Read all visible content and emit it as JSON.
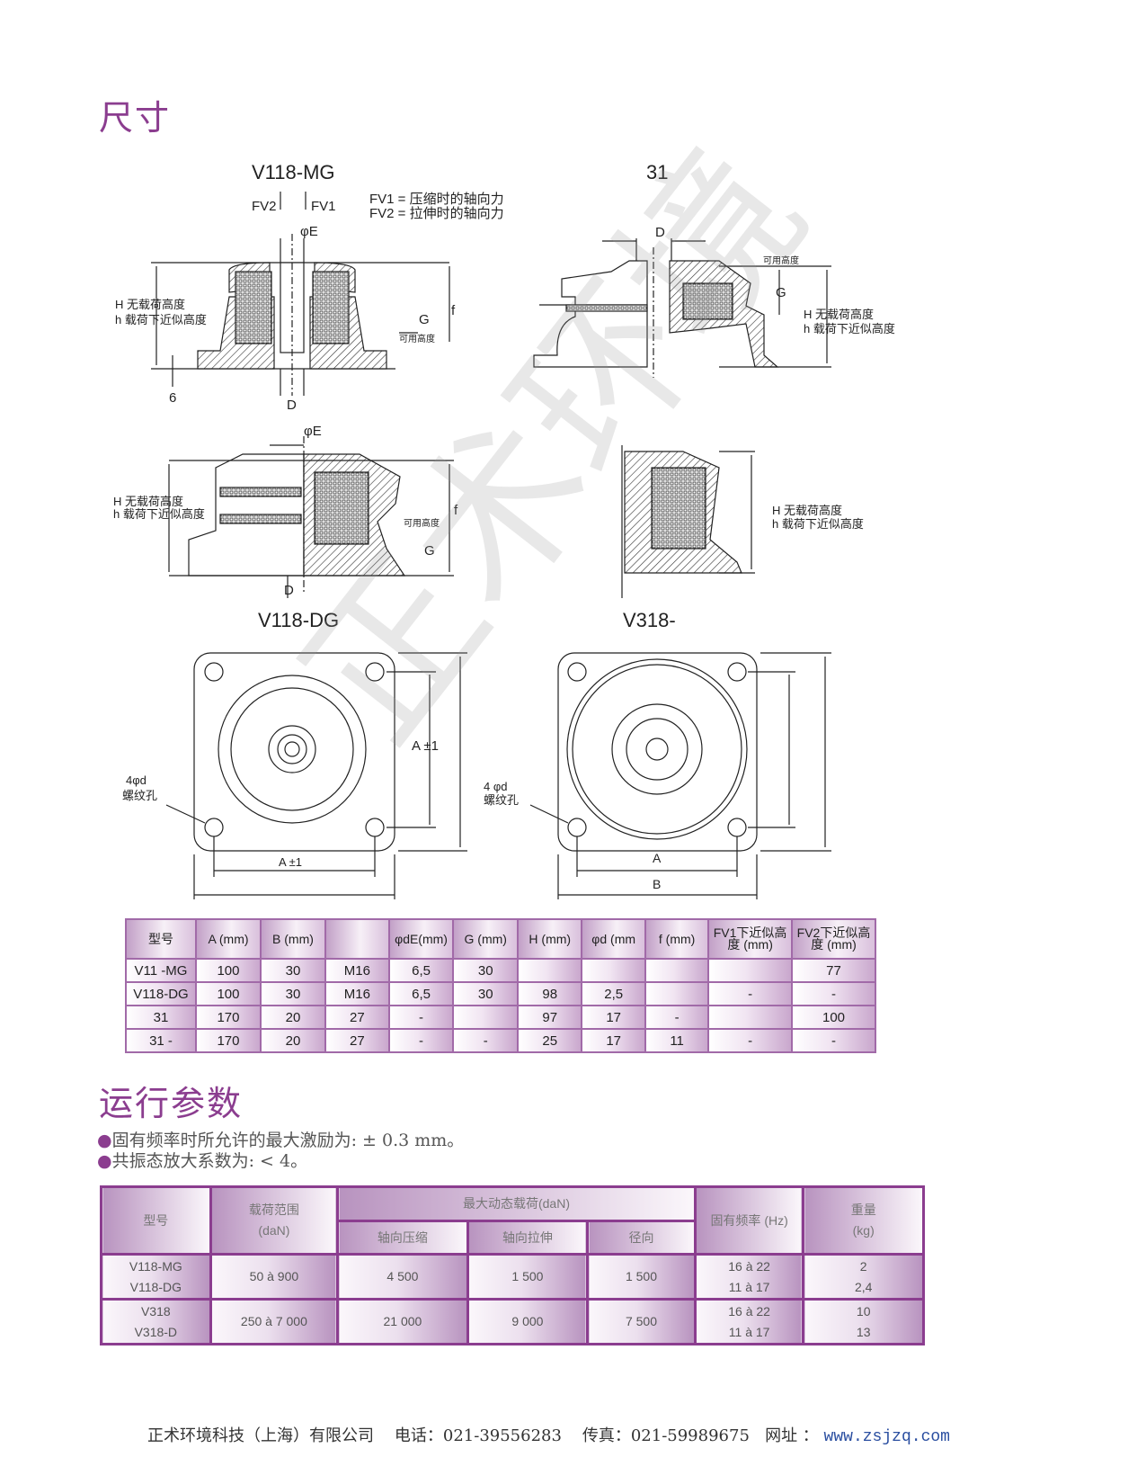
{
  "section_dimensions": "尺寸",
  "section_params": "运行参数",
  "watermark": "正术环境",
  "diagrams": {
    "mg_title": "V118-MG",
    "r31_title": "31",
    "dg_title": "V118-DG",
    "v318_title": "V318-",
    "fv2": "FV2",
    "fv1": "FV1",
    "legend_fv1": "FV1 = 压缩时的轴向力",
    "legend_fv2": "FV2 = 拉伸时的轴向力",
    "phiE": "φE",
    "D": "D",
    "G": "G",
    "f": "f",
    "six": "6",
    "H_label": "H 无载荷高度",
    "h_label": "h 载荷下近似高度",
    "usable_height": "可用高度",
    "A_pm1": "A ±1",
    "holes_left": "4φd",
    "holes_right": "4 φd",
    "thread_hole": "螺纹孔",
    "A": "A",
    "B": "B"
  },
  "dim_table": {
    "headers": [
      "型号",
      "A (mm)",
      "B (mm)",
      "",
      "φdE(mm)",
      "G (mm)",
      "H (mm)",
      "φd (mm",
      "f (mm)",
      "FV1下近似高度 (mm)",
      "FV2下近似高度 (mm)"
    ],
    "rows": [
      [
        "V11  -MG",
        "100",
        "30",
        "M16",
        "6,5",
        "30",
        "",
        "",
        "",
        "",
        "77"
      ],
      [
        "V118-DG",
        "100",
        "30",
        "M16",
        "6,5",
        "30",
        "98",
        "2,5",
        "",
        "-",
        "-"
      ],
      [
        "31",
        "170",
        "20",
        "27",
        "-",
        "",
        "97",
        "17",
        "-",
        "",
        "100"
      ],
      [
        "31  -",
        "170",
        "20",
        "27",
        "-",
        "-",
        "25",
        "17",
        "11",
        "-",
        "-"
      ]
    ]
  },
  "bullets": [
    "固有频率时所允许的最大激励为: ± 0.3 mm。",
    "共振态放大系数为: < 4。"
  ],
  "param_table": {
    "h_model": "型号",
    "h_load_range": "载荷范围",
    "h_load_unit": "(daN)",
    "h_max_dyn": "最大动态载荷(daN)",
    "h_axial_comp": "轴向压缩",
    "h_axial_tens": "轴向拉伸",
    "h_radial": "径向",
    "h_freq": "固有频率 (Hz)",
    "h_weight": "重量",
    "h_weight_unit": "(kg)",
    "rows": [
      {
        "models": [
          "V118-MG",
          "V118-DG"
        ],
        "load": "50 à 900",
        "comp": "4 500",
        "tens": "1 500",
        "radial": "1 500",
        "freq": [
          "16 à 22",
          "11 à 17"
        ],
        "weight": [
          "2",
          "2,4"
        ]
      },
      {
        "models": [
          "V318",
          "V318-D"
        ],
        "load": "250 à 7 000",
        "comp": "21 000",
        "tens": "9 000",
        "radial": "7 500",
        "freq": [
          "16 à 22",
          "11 à 17"
        ],
        "weight": [
          "10",
          "13"
        ]
      }
    ]
  },
  "footer": {
    "company": "正术环境科技（上海）有限公司",
    "phone": "电话：021-39556283",
    "fax": "传真：021-59989675",
    "web_label": "网址 ：",
    "url": "www.zsjzq.com"
  },
  "colors": {
    "accent": "#8b3d8f",
    "table_border": "#a16aa8"
  }
}
